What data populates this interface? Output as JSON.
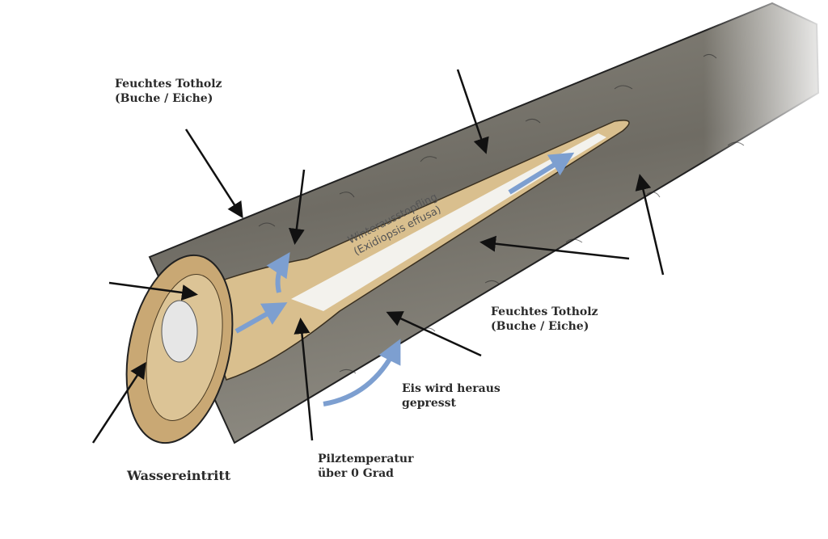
{
  "labels": {
    "top_left_line1": "Feuchtes Totholz",
    "top_left_line2": "(Buche / Eiche)",
    "right_line1": "Feuchtes Totholz",
    "right_line2": "(Buche / Eiche)",
    "ice_line1": "Eis wird heraus",
    "ice_line2": "gepresst",
    "temp_line1": "Pilztemperatur",
    "temp_line2": "über 0 Grad",
    "water": "Wassereintritt",
    "fungus_line1": "Winterausstopfling",
    "fungus_line2": "(Exidiopsis effusa)"
  },
  "colors": {
    "bark": "#77746c",
    "wood": "#d9bf8e",
    "arrow_blue": "#7d9fd0",
    "arrow_black": "#111111"
  }
}
